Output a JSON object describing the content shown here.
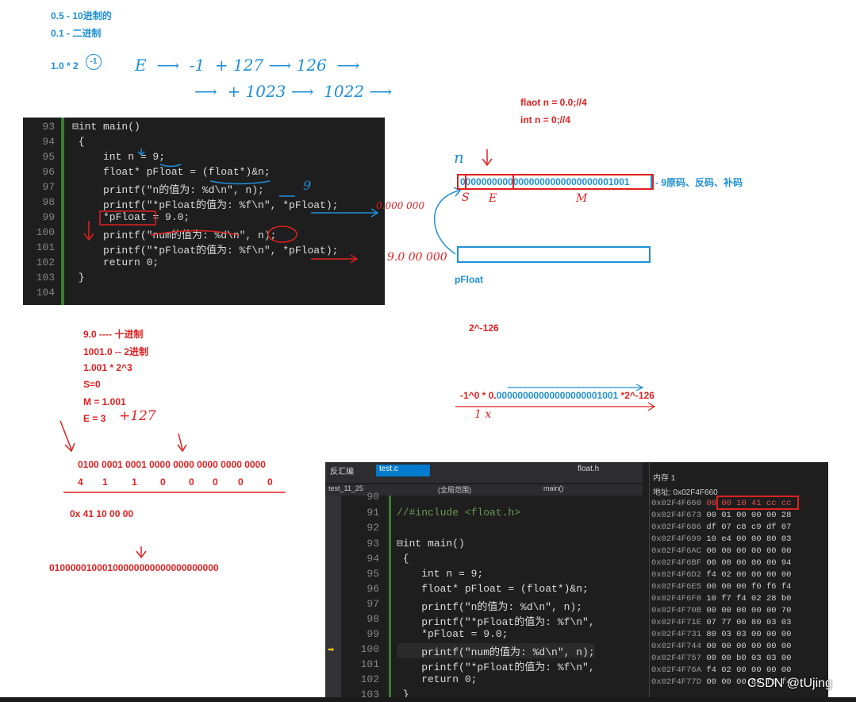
{
  "notes_top": {
    "line1": "0.5 - 10进制的",
    "line2": "0.1 - 二进制",
    "formula": "1.0 * 2",
    "exp_circled": "-1"
  },
  "hand_top": {
    "e_row": "E  ⟶  -1  + 127 ⟶ 126  ⟶",
    "row2": "⟶  + 1023 ⟶  1022 ⟶"
  },
  "right_notes": {
    "line1": "flaot n = 0.0;//4",
    "line2": "int n = 0;//4"
  },
  "code1": {
    "lines": [
      {
        "no": "93",
        "text": "⊟int main()"
      },
      {
        "no": "94",
        "text": " {"
      },
      {
        "no": "95",
        "text": "     int n = 9;"
      },
      {
        "no": "96",
        "text": "     float* pFloat = (float*)&n;"
      },
      {
        "no": "97",
        "text": "     printf(\"n的值为: %d\\n\", n);"
      },
      {
        "no": "98",
        "text": "     printf(\"*pFloat的值为: %f\\n\", *pFloat);"
      },
      {
        "no": "99",
        "text": "     *pFloat = 9.0;"
      },
      {
        "no": "100",
        "text": "     printf(\"num的值为: %d\\n\", n);"
      },
      {
        "no": "101",
        "text": "     printf(\"*pFloat的值为: %f\\n\", *pFloat);"
      },
      {
        "no": "102",
        "text": "     return 0;"
      },
      {
        "no": "103",
        "text": " }"
      },
      {
        "no": "104",
        "text": ""
      }
    ],
    "ann_9": "9",
    "ann_zero": "0.000 000",
    "ann_nine": "9.0 00 000"
  },
  "bits_diagram": {
    "n_label": "n",
    "bits": "00000000000000000000000000001001",
    "caption": "- 9原码、反码、补码",
    "s_label": "S",
    "e_label": "E",
    "m_label": "M",
    "pfloat_label": "pFloat"
  },
  "calc_left": {
    "l1": "9.0 ---- 十进制",
    "l2": "1001.0 -- 2进制",
    "l3": "1.001 * 2^3",
    "l4": "S=0",
    "l5": "M = 1.001",
    "l6": "E = 3",
    "hand_plus": "+127",
    "groups": "0100 0001 0001 0000 0000 0000 0000 0000",
    "hex_digits": [
      "4",
      "1",
      "1",
      "0",
      "0",
      "0",
      "0",
      "0"
    ],
    "hex_result": "0x 41 10 00 00",
    "full_bits": "01000001000100000000000000000000"
  },
  "calc_right": {
    "exp": "2^-126",
    "expr_prefix": "-1^0 * ",
    "expr_zero": "0.",
    "expr_bits": "00000000000000000001001",
    "expr_suffix": " *2^-126",
    "hand_x": "1 x"
  },
  "ide": {
    "tabs": [
      "反汇编",
      "test.c",
      "float.h"
    ],
    "project": "test_11_25",
    "scope": "(全局范围)",
    "func": "main()",
    "lines": [
      {
        "no": "90",
        "text": ""
      },
      {
        "no": "91",
        "text": "//#include <float.h>"
      },
      {
        "no": "92",
        "text": ""
      },
      {
        "no": "93",
        "text": "⊟int main()"
      },
      {
        "no": "94",
        "text": " {"
      },
      {
        "no": "95",
        "text": "    int n = 9;"
      },
      {
        "no": "96",
        "text": "    float* pFloat = (float*)&n;"
      },
      {
        "no": "97",
        "text": "    printf(\"n的值为: %d\\n\", n);"
      },
      {
        "no": "98",
        "text": "    printf(\"*pFloat的值为: %f\\n\","
      },
      {
        "no": "99",
        "text": "    *pFloat = 9.0;"
      },
      {
        "no": "100",
        "text": "    printf(\"num的值为: %d\\n\", n);"
      },
      {
        "no": "101",
        "text": "    printf(\"*pFloat的值为: %f\\n\","
      },
      {
        "no": "102",
        "text": "    return 0;"
      },
      {
        "no": "103",
        "text": " }"
      }
    ],
    "memory": {
      "title": "内存 1",
      "address": "地址: 0x02F4F660",
      "rows": [
        {
          "addr": "0x02F4F660",
          "bytes": "00 00 10 41 cc cc"
        },
        {
          "addr": "0x02F4F673",
          "bytes": "00 01 00 00 00 28"
        },
        {
          "addr": "0x02F4F686",
          "bytes": "df 07 c8 c9 df 07"
        },
        {
          "addr": "0x02F4F699",
          "bytes": "10 e4 00 00 80 03"
        },
        {
          "addr": "0x02F4F6AC",
          "bytes": "00 00 00 00 00 00"
        },
        {
          "addr": "0x02F4F6BF",
          "bytes": "00 00 00 00 00 94"
        },
        {
          "addr": "0x02F4F6D2",
          "bytes": "f4 02 00 00 00 00"
        },
        {
          "addr": "0x02F4F6E5",
          "bytes": "00 00 00 f0 f6 f4"
        },
        {
          "addr": "0x02F4F6F8",
          "bytes": "10 f7 f4 02 28 b0"
        },
        {
          "addr": "0x02F4F70B",
          "bytes": "00 00 00 00 00 70"
        },
        {
          "addr": "0x02F4F71E",
          "bytes": "07 77 00 80 03 03"
        },
        {
          "addr": "0x02F4F731",
          "bytes": "80 03 03 00 00 00"
        },
        {
          "addr": "0x02F4F744",
          "bytes": "00 00 00 00 00 00"
        },
        {
          "addr": "0x02F4F757",
          "bytes": "00 00 b0 03 03 00"
        },
        {
          "addr": "0x02F4F76A",
          "bytes": "f4 02 00 00 00 00"
        },
        {
          "addr": "0x02F4F77D",
          "bytes": "00 00 00 a0 f1 f4"
        }
      ]
    }
  },
  "watermark": "CSDN @tUjing"
}
